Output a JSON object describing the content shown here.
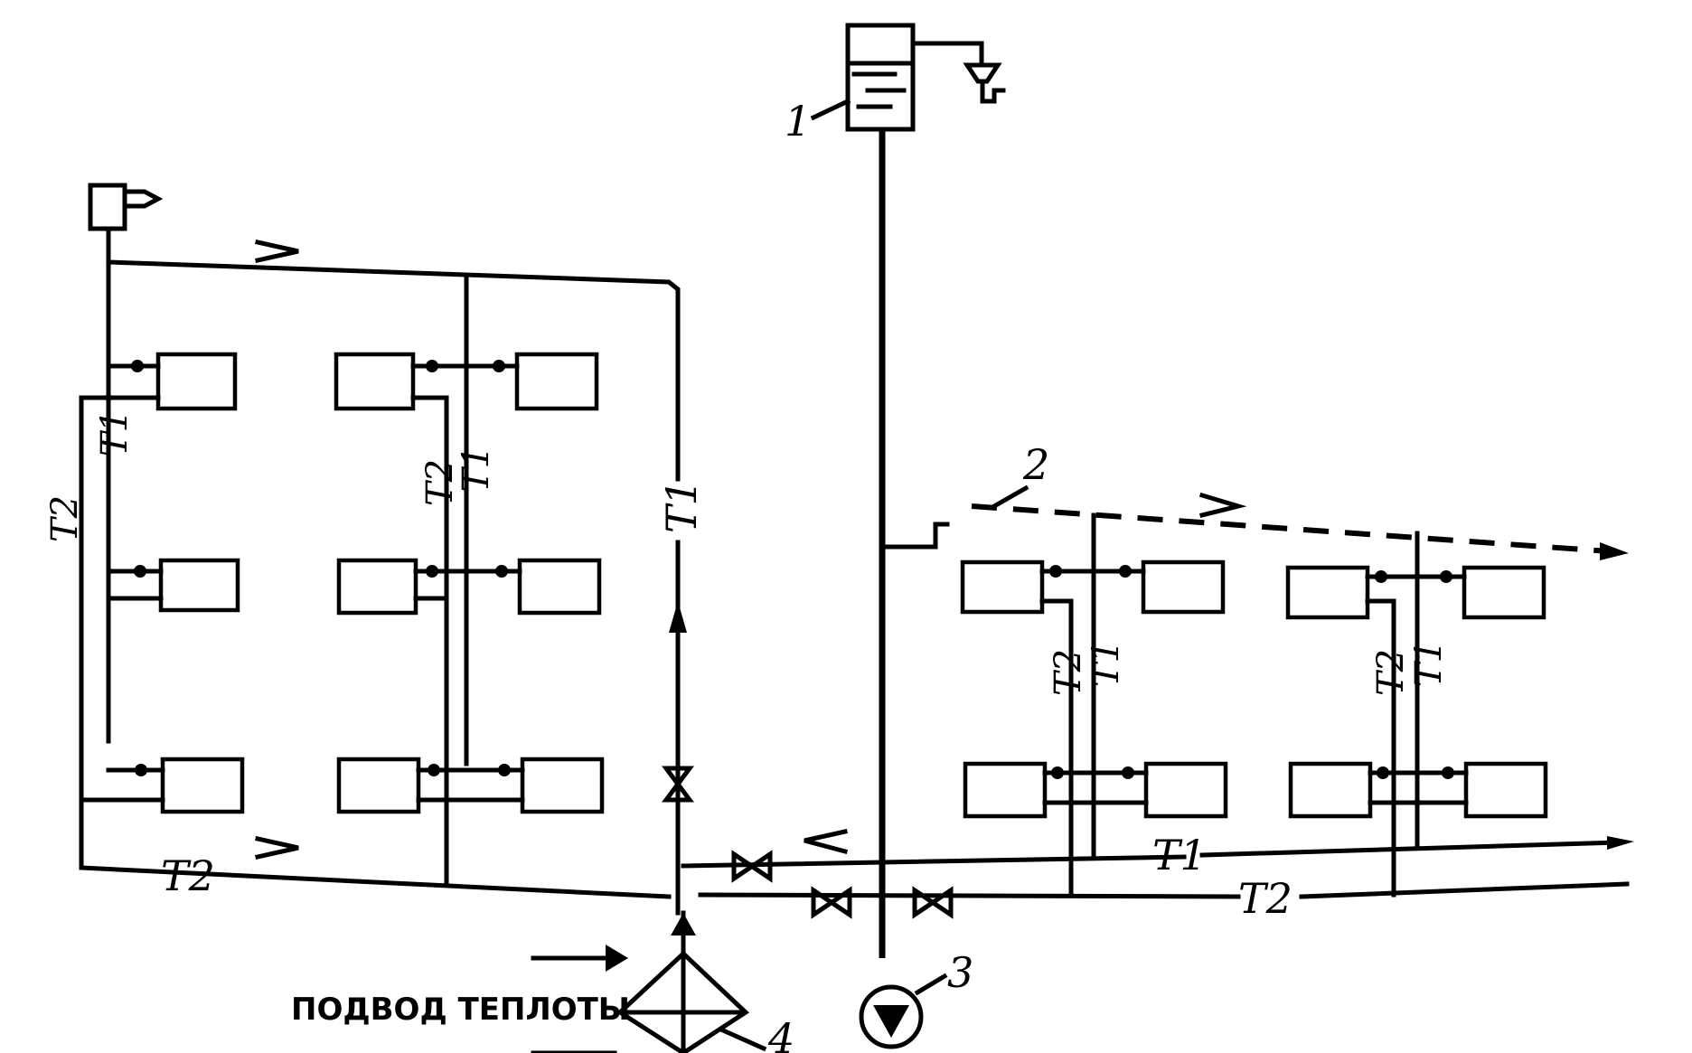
{
  "labels": {
    "supply": "T1",
    "return": "T2",
    "heat_input": "ПОДВОД ТЕПЛОТЫ",
    "callout_1": "1",
    "callout_2": "2",
    "callout_3": "3",
    "callout_4": "4"
  },
  "colors": {
    "line": "#000000",
    "background": "#ffffff"
  },
  "icons": [
    "expansion-tank-icon",
    "air-vent-icon",
    "radiator-icon",
    "gate-valve-icon",
    "circulation-pump-icon",
    "heat-exchanger-icon",
    "flow-arrow-icon"
  ]
}
